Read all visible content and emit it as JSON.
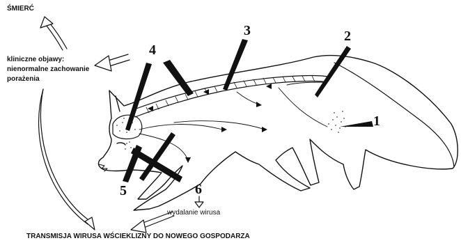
{
  "labels": {
    "death": "ŚMIERĆ",
    "clinical_line1": "kliniczne objawy:",
    "clinical_line2": "nienormalne zachowanie",
    "clinical_line3": "porażenia",
    "shedding": "wydalanie wirusa",
    "transmission": "TRANSMISJA WIRUSA WŚCIEKLIZNY DO NOWEGO GOSPODARZA"
  },
  "markers": [
    "1",
    "2",
    "3",
    "4",
    "5",
    "6"
  ],
  "colors": {
    "ink": "#111111",
    "background": "#ffffff",
    "stipple": "#444444"
  }
}
